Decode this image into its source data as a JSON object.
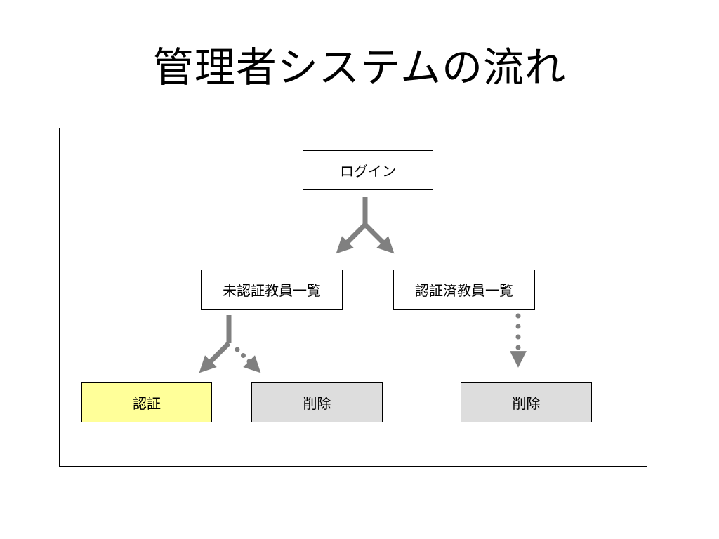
{
  "slide": {
    "title": "管理者システムの流れ"
  },
  "diagram": {
    "nodes": {
      "login": {
        "label": "ログイン",
        "fill": "#ffffff"
      },
      "unapproved_list": {
        "label": "未認証教員一覧",
        "fill": "#ffffff"
      },
      "approved_list": {
        "label": "認証済教員一覧",
        "fill": "#ffffff"
      },
      "approve": {
        "label": "認証",
        "fill": "#ffff99"
      },
      "delete_unapproved": {
        "label": "削除",
        "fill": "#dddddd"
      },
      "delete_approved": {
        "label": "削除",
        "fill": "#dddddd"
      }
    },
    "edges": [
      {
        "from": "login",
        "to": "unapproved_list",
        "style": "solid"
      },
      {
        "from": "login",
        "to": "approved_list",
        "style": "solid"
      },
      {
        "from": "unapproved_list",
        "to": "approve",
        "style": "solid"
      },
      {
        "from": "unapproved_list",
        "to": "delete_unapproved",
        "style": "dotted"
      },
      {
        "from": "approved_list",
        "to": "delete_approved",
        "style": "dotted"
      }
    ],
    "colors": {
      "arrow": "#808080",
      "border": "#000000"
    }
  }
}
